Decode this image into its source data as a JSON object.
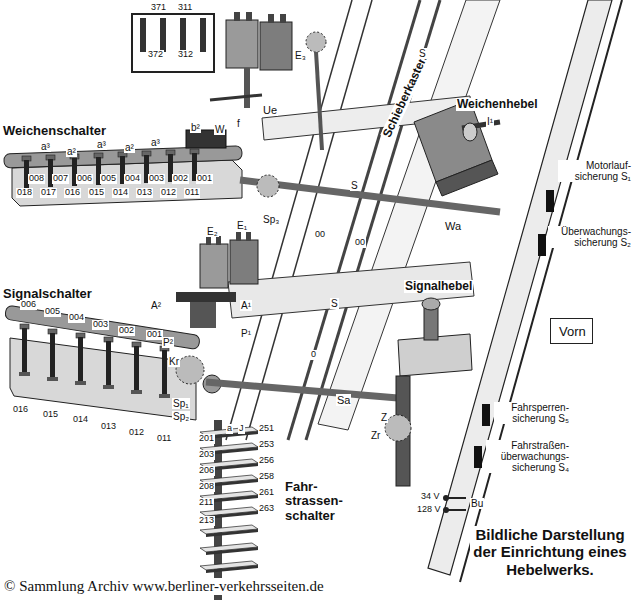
{
  "diagram": {
    "caption": "Bildliche Darstellung der Einrichtung eines Hebelwerks.",
    "nodes": [
      {
        "text": [
          "Vorn"
        ]
      }
    ],
    "labels": [
      "371",
      "311",
      "372",
      "312",
      "E₃",
      "Ue",
      "b²",
      "W",
      "f",
      "Weichenschalter",
      "a³",
      "a²",
      "a³",
      "a²",
      "a³",
      "008",
      "007",
      "006",
      "005",
      "004",
      "003",
      "002",
      "001",
      "018",
      "017",
      "016",
      "015",
      "014",
      "013",
      "012",
      "011",
      "Sp₃",
      "Wa",
      "Weichenhebel",
      "I¹",
      "Schieberkasten",
      "S",
      "S",
      "S",
      "00",
      "00",
      "0",
      "E₁",
      "E₂",
      "A²",
      "A¹",
      "P¹",
      "P²",
      "Signalschalter",
      "006",
      "005",
      "004",
      "003",
      "002",
      "001",
      "016",
      "015",
      "014",
      "013",
      "012",
      "011",
      "Kr",
      "Sp₁",
      "Sp₂",
      "Sa",
      "Signalhebel",
      "Z",
      "Zr",
      "a",
      "J",
      "251",
      "201",
      "253",
      "203",
      "256",
      "206",
      "258",
      "208",
      "261",
      "211",
      "263",
      "213",
      "Fahr- strassen- schalter",
      "Motorlauf- sicherung S₁",
      "Überwachungs- sicherung S₂",
      "Fahrsperren- sicherung S₅",
      "Fahrstraßen- überwachungs- sicherung S₄",
      "34 V",
      "128 V",
      "Bu",
      "© Sammlung Archiv www.berliner-verkehrsseiten.de"
    ]
  }
}
